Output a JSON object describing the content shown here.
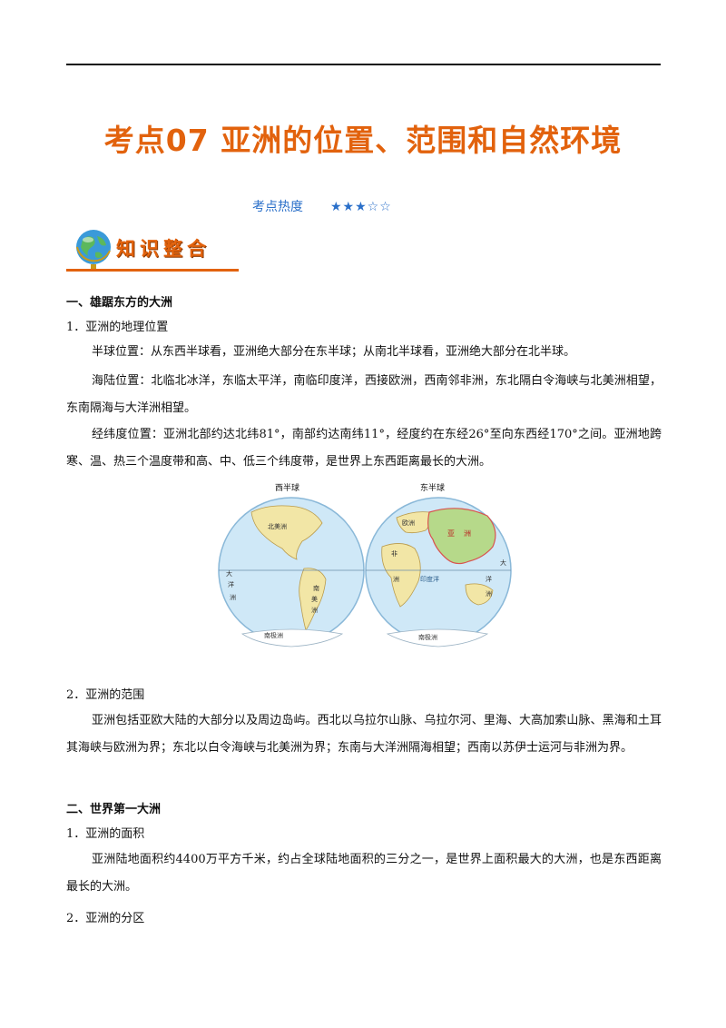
{
  "header": {
    "title": "考点07  亚洲的位置、范围和自然环境"
  },
  "heat": {
    "label": "考点热度",
    "stars": "★★★☆☆"
  },
  "banner": {
    "label": "知识整合",
    "icon": "globe-icon"
  },
  "section1": {
    "title": "一、雄踞东方的大洲",
    "sub1": "1．亚洲的地理位置",
    "p1": "半球位置：从东西半球看，亚洲绝大部分在东半球；从南北半球看，亚洲绝大部分在北半球。",
    "p2": "海陆位置：北临北冰洋，东临太平洋，南临印度洋，西接欧洲，西南邻非洲，东北隔白令海峡与北美洲相望，东南隔海与大洋洲相望。",
    "p3": "经纬度位置：亚洲北部约达北纬81°，南部约达南纬11°，经度约在东经26°至向东西经170°之间。亚洲地跨寒、温、热三个温度带和高、中、低三个纬度带，是世界上东西距离最长的大洲。",
    "sub2": "2．亚洲的范围",
    "p4": "亚洲包括亚欧大陆的大部分以及周边岛屿。西北以乌拉尔山脉、乌拉尔河、里海、大高加索山脉、黑海和土耳其海峡与欧洲为界；东北以白令海峡与北美洲为界；东南与大洋洲隔海相望；西南以苏伊士运河与非洲为界。"
  },
  "map": {
    "west_label": "西半球",
    "east_label": "东半球",
    "north_america": "北美洲",
    "south_america_1": "南",
    "south_america_2": "美",
    "south_america_3": "洲",
    "oceania_w1": "大",
    "oceania_w2": "洋",
    "oceania_w3": "洲",
    "antarctica_w": "南极洲",
    "antarctica_e": "南极洲",
    "asia_1": "亚",
    "asia_2": "洲",
    "europe": "欧洲",
    "africa_1": "非",
    "africa_2": "洲",
    "indian_ocean": "印度洋",
    "oceania_e1": "大",
    "oceania_e2": "洋",
    "oceania_e3": "洲",
    "colors": {
      "ocean": "#cfe8f7",
      "land": "#f2e6a6",
      "asia": "#b6d98a",
      "asia_red": "#d9534f"
    }
  },
  "section2": {
    "title": "二、世界第一大洲",
    "sub1": "1．亚洲的面积",
    "p1": "亚洲陆地面积约4400万平方千米，约占全球陆地面积的三分之一，是世界上面积最大的大洲，也是东西距离最长的大洲。",
    "sub2": "2．亚洲的分区"
  }
}
